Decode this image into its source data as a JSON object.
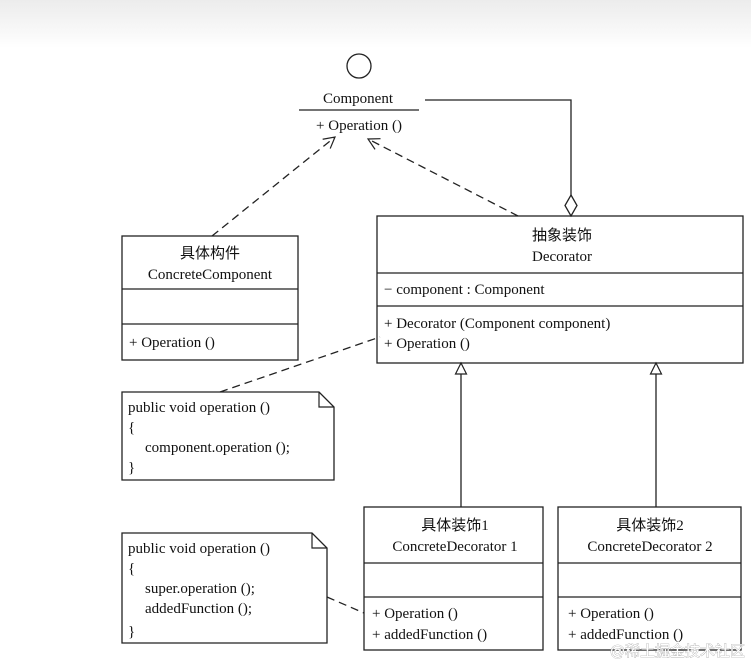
{
  "component": {
    "name": "Component",
    "operation": "+ Operation ()"
  },
  "concrete_component": {
    "title_cn": "具体构件",
    "title_en": "ConcreteComponent",
    "operation": "+ Operation ()"
  },
  "decorator": {
    "title_cn": "抽象装饰",
    "title_en": "Decorator",
    "attribute": "− component : Component",
    "constructor": "+ Decorator (Component component)",
    "operation": "+ Operation ()"
  },
  "note_decorator": {
    "line1": "public void operation ()",
    "line2": "{",
    "line3": "component.operation ();",
    "line4": "}"
  },
  "concrete_decorator_1": {
    "title_cn": "具体装饰1",
    "title_en": "ConcreteDecorator  1",
    "operation": "+ Operation ()",
    "added": "+ addedFunction ()"
  },
  "concrete_decorator_2": {
    "title_cn": "具体装饰2",
    "title_en": "ConcreteDecorator  2",
    "operation": "+ Operation ()",
    "added": "+ addedFunction ()"
  },
  "note_concrete": {
    "line1": "public void operation ()",
    "line2": "{",
    "line3": "super.operation ();",
    "line4": "addedFunction ();",
    "line5": "}"
  },
  "watermark": "@稀土掘金技术社区"
}
